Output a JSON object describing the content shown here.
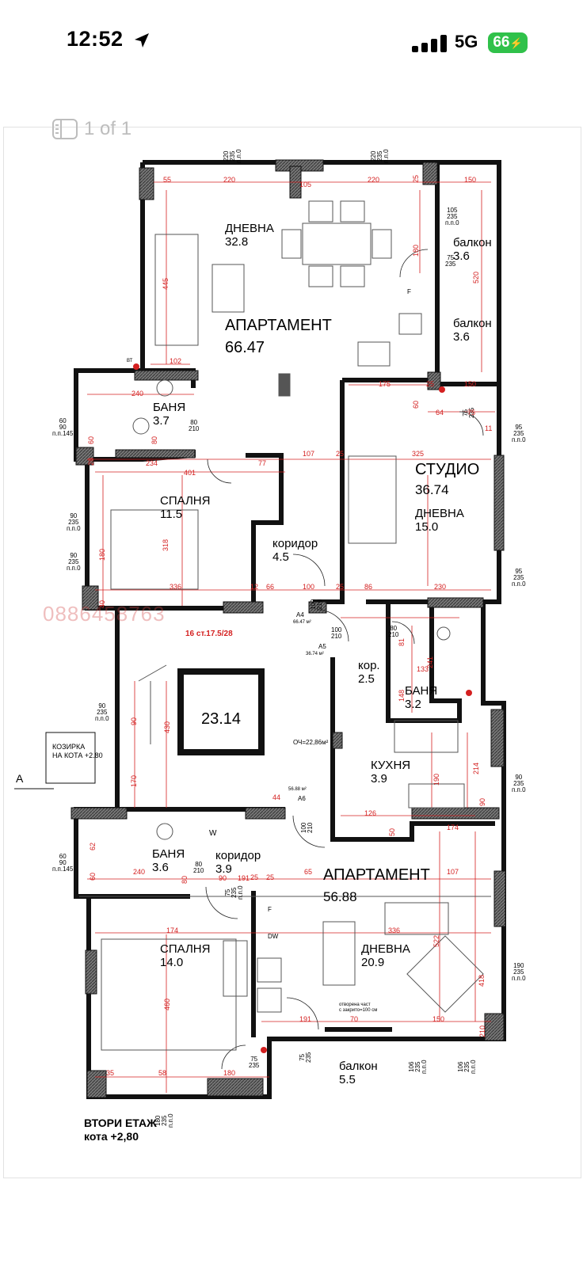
{
  "status": {
    "time": "12:52",
    "network": "5G",
    "battery": "66",
    "icons": [
      "location-arrow-icon",
      "cellular-signal-icon",
      "charging-bolt-icon"
    ]
  },
  "viewer": {
    "page_indicator": "1 of 1",
    "icon": "sidebar-pages-icon"
  },
  "rooms": {
    "living1": {
      "name": "ДНЕВНА",
      "area": "32.8"
    },
    "apt1": {
      "name": "АПАРТАМЕНТ",
      "area": "66.47"
    },
    "balcony1": {
      "name": "балкон",
      "area": "3.6"
    },
    "balcony2": {
      "name": "балкон",
      "area": "3.6"
    },
    "bath1": {
      "name": "БАНЯ",
      "area": "3.7"
    },
    "bedroom1": {
      "name": "СПАЛНЯ",
      "area": "11.5"
    },
    "corridor1": {
      "name": "коридор",
      "area": "4.5"
    },
    "studio": {
      "name": "СТУДИО",
      "area": "36.74"
    },
    "living2": {
      "name": "ДНЕВНА",
      "area": "15.0"
    },
    "corr2": {
      "name": "кор.",
      "area": "2.5"
    },
    "bath2": {
      "name": "БАНЯ",
      "area": "3.2"
    },
    "stair": {
      "area": "23.14"
    },
    "kitchen": {
      "name": "КУХНЯ",
      "area": "3.9"
    },
    "bath3": {
      "name": "БАНЯ",
      "area": "3.6"
    },
    "corridor3": {
      "name": "коридор",
      "area": "3.9"
    },
    "apt2": {
      "name": "АПАРТАМЕНТ",
      "area": "56.88"
    },
    "bedroom2": {
      "name": "СПАЛНЯ",
      "area": "14.0"
    },
    "living3": {
      "name": "ДНЕВНА",
      "area": "20.9"
    },
    "balcony3": {
      "name": "балкон",
      "area": "5.5"
    }
  },
  "notes": {
    "watermark": "0886458763",
    "stairs": "16 ст.17.5/28",
    "canopy": "КОЗИРКА\nНА КОТА +2.80",
    "section_a": "A",
    "oc": "ОЧ=22,86м²",
    "a4": "A4",
    "a4_area": "66.47 м²",
    "a5": "A5",
    "a5_area": "36.74 м²",
    "a6": "A6",
    "a6_area": "56.88 м²",
    "floor_title": "ВТОРИ ЕТАЖ",
    "floor_level": "кота +2,80",
    "glass_note": "отворена част\nс закрито=100 см",
    "w": "W",
    "f1": "F",
    "f2": "F",
    "dw": "DW",
    "vt": "ВТ"
  },
  "openings": [
    {
      "t": "220\n235\nп.п.0"
    },
    {
      "t": "220\n235\nп.п.0"
    },
    {
      "t": "105\n235\nп.п.0"
    },
    {
      "t": "75\n235"
    },
    {
      "t": "60\n90\nп.п.145"
    },
    {
      "t": "80\n210"
    },
    {
      "t": "90\n235\nп.п.0"
    },
    {
      "t": "90\n235\nп.п.0"
    },
    {
      "t": "95\n235\nп.п.0"
    },
    {
      "t": "95\n235\nп.п.0"
    },
    {
      "t": "100\n210"
    },
    {
      "t": "100\n210"
    },
    {
      "t": "80\n210"
    },
    {
      "t": "90\n235\nп.п.0"
    },
    {
      "t": "90\n235\nп.п.0"
    },
    {
      "t": "100\n210"
    },
    {
      "t": "60\n90\nп.п.145"
    },
    {
      "t": "80\n210"
    },
    {
      "t": "190\n235\nп.п.0"
    },
    {
      "t": "106\n235\nп.п.0"
    },
    {
      "t": "106\n235\nп.п.0"
    },
    {
      "t": "75\n235"
    },
    {
      "t": "75\n235"
    },
    {
      "t": "180\n235\nп.п.0"
    },
    {
      "t": "75\n235"
    },
    {
      "t": "75\n235\nп.п.0"
    }
  ],
  "dims": [
    "55",
    "220",
    "105",
    "220",
    "25",
    "150",
    "180",
    "445",
    "520",
    "102",
    "175",
    "60",
    "25",
    "150",
    "64",
    "75",
    "11",
    "240",
    "60",
    "80",
    "28",
    "234",
    "401",
    "77",
    "107",
    "25",
    "325",
    "318",
    "180",
    "336",
    "40",
    "12",
    "66",
    "100",
    "25",
    "86",
    "230",
    "81",
    "241",
    "133",
    "148",
    "430",
    "90",
    "170",
    "44",
    "126",
    "50",
    "174",
    "190",
    "214",
    "90",
    "62",
    "60",
    "240",
    "80",
    "25",
    "90",
    "191",
    "25",
    "65",
    "107",
    "174",
    "336",
    "522",
    "460",
    "418",
    "191",
    "70",
    "150",
    "210",
    "35",
    "58",
    "180",
    "98"
  ]
}
